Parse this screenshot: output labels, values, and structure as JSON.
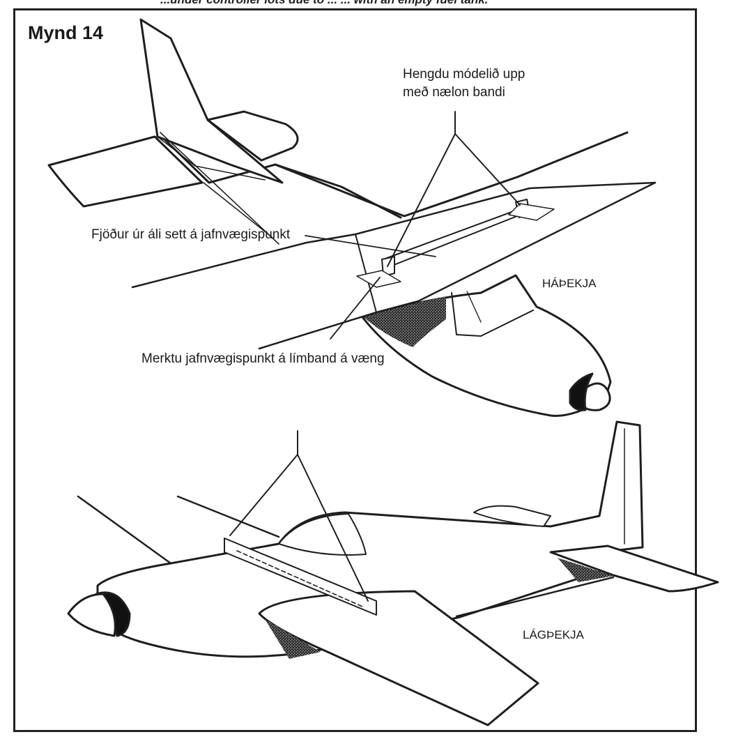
{
  "figure": {
    "title": "Mynd 14",
    "top_strip_text": "...under controller lots due to ... ... with an empty fuel tank.",
    "labels": {
      "hang": "Hengdu módelið upp",
      "hang2": "með nælon bandi",
      "balance_bracket": "Fjöður úr áli sett á jafnvægispunkt",
      "mark_tape": "Merktu jafnvægispunkt á límband á væng",
      "high_wing": "HÁÞEKJA",
      "low_wing": "LÁGÞEKJA"
    }
  }
}
